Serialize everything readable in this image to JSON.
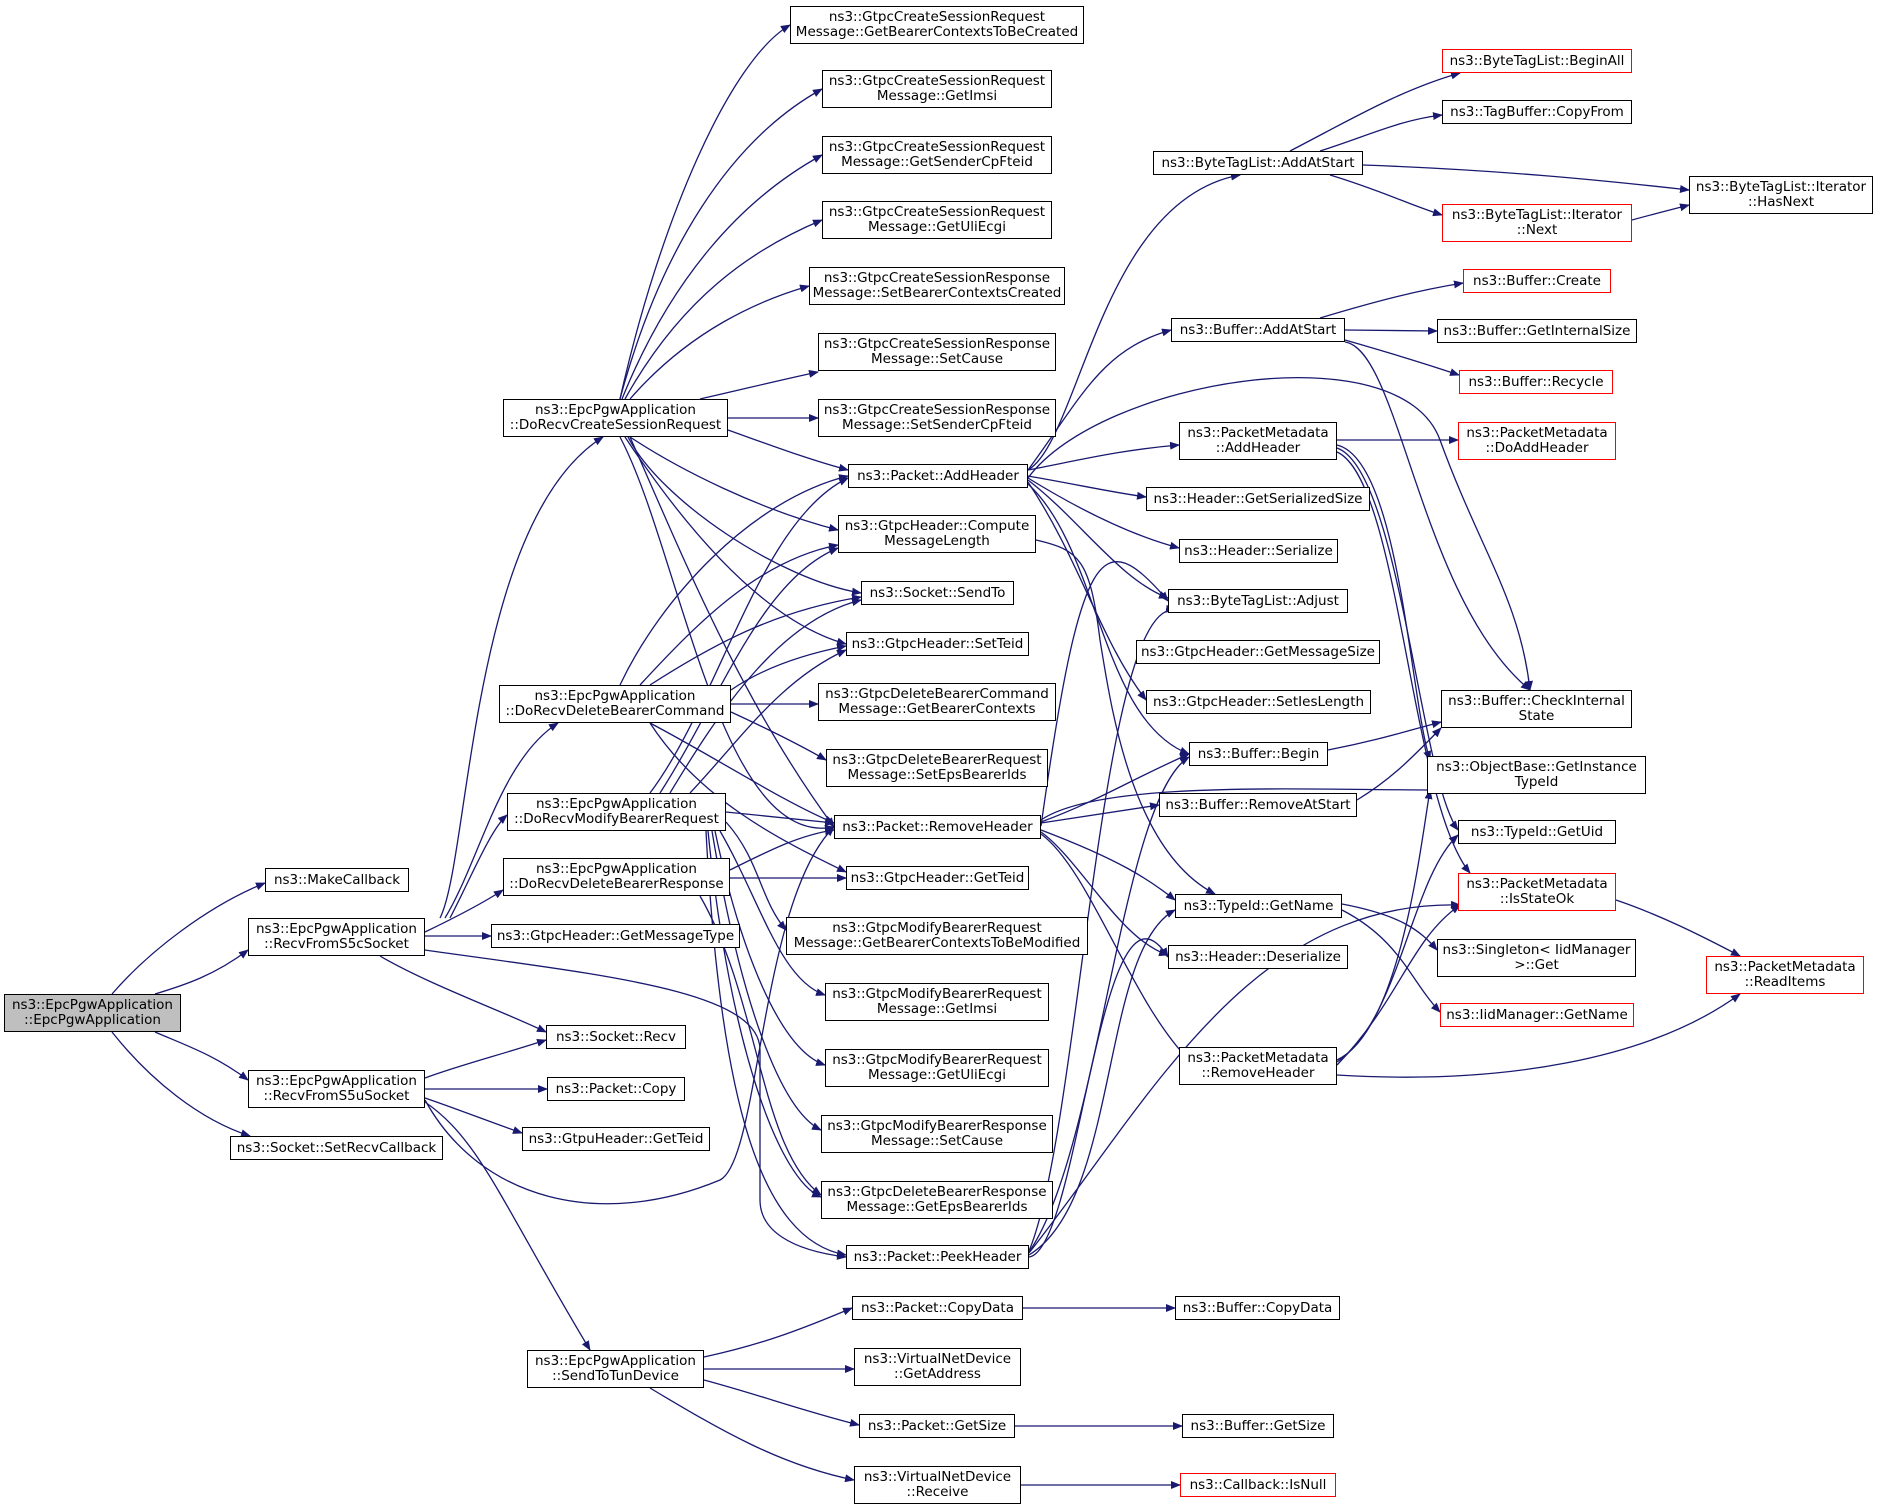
{
  "nodes": {
    "root": {
      "l1": "ns3::EpcPgwApplication",
      "l2": "::EpcPgwApplication"
    },
    "makeCallback": {
      "l1": "ns3::MakeCallback",
      "l2": ""
    },
    "recvS5c": {
      "l1": "ns3::EpcPgwApplication",
      "l2": "::RecvFromS5cSocket"
    },
    "recvS5u": {
      "l1": "ns3::EpcPgwApplication",
      "l2": "::RecvFromS5uSocket"
    },
    "setRecvCallback": {
      "l1": "ns3::Socket::SetRecvCallback",
      "l2": ""
    },
    "doCreate": {
      "l1": "ns3::EpcPgwApplication",
      "l2": "::DoRecvCreateSessionRequest"
    },
    "doDelCmd": {
      "l1": "ns3::EpcPgwApplication",
      "l2": "::DoRecvDeleteBearerCommand"
    },
    "doModify": {
      "l1": "ns3::EpcPgwApplication",
      "l2": "::DoRecvModifyBearerRequest"
    },
    "doDelResp": {
      "l1": "ns3::EpcPgwApplication",
      "l2": "::DoRecvDeleteBearerResponse"
    },
    "gtpcGetMsgType": {
      "l1": "ns3::GtpcHeader::GetMessageType",
      "l2": ""
    },
    "socketRecv": {
      "l1": "ns3::Socket::Recv",
      "l2": ""
    },
    "packetCopy": {
      "l1": "ns3::Packet::Copy",
      "l2": ""
    },
    "gtpuGetTeid": {
      "l1": "ns3::GtpuHeader::GetTeid",
      "l2": ""
    },
    "sendToTun": {
      "l1": "ns3::EpcPgwApplication",
      "l2": "::SendToTunDevice"
    },
    "csrGetBearer": {
      "l1": "ns3::GtpcCreateSessionRequest",
      "l2": "Message::GetBearerContextsToBeCreated"
    },
    "csrGetImsi": {
      "l1": "ns3::GtpcCreateSessionRequest",
      "l2": "Message::GetImsi"
    },
    "csrGetSender": {
      "l1": "ns3::GtpcCreateSessionRequest",
      "l2": "Message::GetSenderCpFteid"
    },
    "csrGetUli": {
      "l1": "ns3::GtpcCreateSessionRequest",
      "l2": "Message::GetUliEcgi"
    },
    "csrespSetBearer": {
      "l1": "ns3::GtpcCreateSessionResponse",
      "l2": "Message::SetBearerContextsCreated"
    },
    "csrespSetCause": {
      "l1": "ns3::GtpcCreateSessionResponse",
      "l2": "Message::SetCause"
    },
    "csrespSetSender": {
      "l1": "ns3::GtpcCreateSessionResponse",
      "l2": "Message::SetSenderCpFteid"
    },
    "pktAddHeader": {
      "l1": "ns3::Packet::AddHeader",
      "l2": ""
    },
    "gtpcCompute": {
      "l1": "ns3::GtpcHeader::Compute",
      "l2": "MessageLength"
    },
    "socketSendTo": {
      "l1": "ns3::Socket::SendTo",
      "l2": ""
    },
    "gtpcSetTeid": {
      "l1": "ns3::GtpcHeader::SetTeid",
      "l2": ""
    },
    "dbcGetBearer": {
      "l1": "ns3::GtpcDeleteBearerCommand",
      "l2": "Message::GetBearerContexts"
    },
    "dbrSetEps": {
      "l1": "ns3::GtpcDeleteBearerRequest",
      "l2": "Message::SetEpsBearerIds"
    },
    "pktRemoveHeader": {
      "l1": "ns3::Packet::RemoveHeader",
      "l2": ""
    },
    "gtpcGetTeid": {
      "l1": "ns3::GtpcHeader::GetTeid",
      "l2": ""
    },
    "mbrGetBearer": {
      "l1": "ns3::GtpcModifyBearerRequest",
      "l2": "Message::GetBearerContextsToBeModified"
    },
    "mbrGetImsi": {
      "l1": "ns3::GtpcModifyBearerRequest",
      "l2": "Message::GetImsi"
    },
    "mbrGetUli": {
      "l1": "ns3::GtpcModifyBearerRequest",
      "l2": "Message::GetUliEcgi"
    },
    "mbrespSetCause": {
      "l1": "ns3::GtpcModifyBearerResponse",
      "l2": "Message::SetCause"
    },
    "dbrespGetEps": {
      "l1": "ns3::GtpcDeleteBearerResponse",
      "l2": "Message::GetEpsBearerIds"
    },
    "pktPeekHeader": {
      "l1": "ns3::Packet::PeekHeader",
      "l2": ""
    },
    "pktCopyData": {
      "l1": "ns3::Packet::CopyData",
      "l2": ""
    },
    "vndGetAddress": {
      "l1": "ns3::VirtualNetDevice",
      "l2": "::GetAddress"
    },
    "pktGetSize": {
      "l1": "ns3::Packet::GetSize",
      "l2": ""
    },
    "vndReceive": {
      "l1": "ns3::VirtualNetDevice",
      "l2": "::Receive"
    },
    "btlAddAtStart": {
      "l1": "ns3::ByteTagList::AddAtStart",
      "l2": ""
    },
    "bufAddAtStart": {
      "l1": "ns3::Buffer::AddAtStart",
      "l2": ""
    },
    "pmAddHeader": {
      "l1": "ns3::PacketMetadata",
      "l2": "::AddHeader"
    },
    "hdrGetSerSize": {
      "l1": "ns3::Header::GetSerializedSize",
      "l2": ""
    },
    "hdrSerialize": {
      "l1": "ns3::Header::Serialize",
      "l2": ""
    },
    "btlAdjust": {
      "l1": "ns3::ByteTagList::Adjust",
      "l2": ""
    },
    "gtpcGetMsgSize": {
      "l1": "ns3::GtpcHeader::GetMessageSize",
      "l2": ""
    },
    "gtpcSetIesLen": {
      "l1": "ns3::GtpcHeader::SetIesLength",
      "l2": ""
    },
    "bufBegin": {
      "l1": "ns3::Buffer::Begin",
      "l2": ""
    },
    "bufRemoveAtStart": {
      "l1": "ns3::Buffer::RemoveAtStart",
      "l2": ""
    },
    "typeIdGetName": {
      "l1": "ns3::TypeId::GetName",
      "l2": ""
    },
    "hdrDeserialize": {
      "l1": "ns3::Header::Deserialize",
      "l2": ""
    },
    "pmRemoveHeader": {
      "l1": "ns3::PacketMetadata",
      "l2": "::RemoveHeader"
    },
    "bufCopyData": {
      "l1": "ns3::Buffer::CopyData",
      "l2": ""
    },
    "bufGetSize": {
      "l1": "ns3::Buffer::GetSize",
      "l2": ""
    },
    "cbIsNull": {
      "l1": "ns3::Callback::IsNull",
      "l2": ""
    },
    "btlBeginAll": {
      "l1": "ns3::ByteTagList::BeginAll",
      "l2": ""
    },
    "tagBufCopyFrom": {
      "l1": "ns3::TagBuffer::CopyFrom",
      "l2": ""
    },
    "btlIterNext": {
      "l1": "ns3::ByteTagList::Iterator",
      "l2": "::Next"
    },
    "btlIterHasNext": {
      "l1": "ns3::ByteTagList::Iterator",
      "l2": "::HasNext"
    },
    "bufCreate": {
      "l1": "ns3::Buffer::Create",
      "l2": ""
    },
    "bufGetInternalSize": {
      "l1": "ns3::Buffer::GetInternalSize",
      "l2": ""
    },
    "bufRecycle": {
      "l1": "ns3::Buffer::Recycle",
      "l2": ""
    },
    "pmDoAddHeader": {
      "l1": "ns3::PacketMetadata",
      "l2": "::DoAddHeader"
    },
    "bufCheckInternal": {
      "l1": "ns3::Buffer::CheckInternal",
      "l2": "State"
    },
    "objGetInstance": {
      "l1": "ns3::ObjectBase::GetInstance",
      "l2": "TypeId"
    },
    "typeIdGetUid": {
      "l1": "ns3::TypeId::GetUid",
      "l2": ""
    },
    "pmIsStateOk": {
      "l1": "ns3::PacketMetadata",
      "l2": "::IsStateOk"
    },
    "singletonGet": {
      "l1": "ns3::Singleton< IidManager",
      "l2": ">::Get"
    },
    "iidGetName": {
      "l1": "ns3::IidManager::GetName",
      "l2": ""
    },
    "pmReadItems": {
      "l1": "ns3::PacketMetadata",
      "l2": "::ReadItems"
    }
  },
  "colors": {
    "edge": "#191970",
    "node_border": "#000000",
    "node_border_truncated": "#ff0000",
    "root_fill": "#bfbfbf"
  }
}
